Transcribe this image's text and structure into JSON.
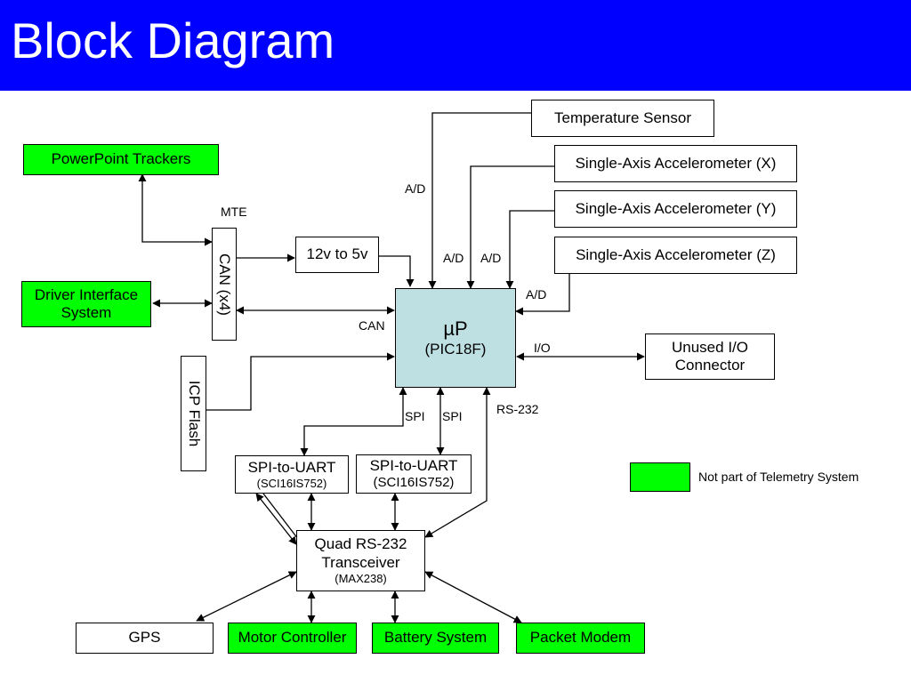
{
  "title": "Block Diagram",
  "colors": {
    "title_bg": "#0000ff",
    "external": "#00ff00",
    "mcu": "#bfe0e3"
  },
  "blocks": {
    "temperature_sensor": "Temperature Sensor",
    "accel_x": "Single-Axis Accelerometer (X)",
    "accel_y": "Single-Axis Accelerometer (Y)",
    "accel_z": "Single-Axis Accelerometer (Z)",
    "powerpoint_trackers": "PowerPoint Trackers",
    "driver_interface": "Driver Interface System",
    "can": "CAN (x4)",
    "regulator": "12v to 5v",
    "mcu_main": "µP",
    "mcu_sub": "(PIC18F)",
    "unused_io": "Unused I/O Connector",
    "icp_flash": "ICP Flash",
    "spi_uart_1": "SPI-to-UART",
    "spi_uart_1_part": "(SCI16IS752)",
    "spi_uart_2": "SPI-to-UART",
    "spi_uart_2_part": "(SCI16IS752)",
    "quad_rs232": "Quad RS-232 Transceiver",
    "quad_rs232_part": "(MAX238)",
    "gps": "GPS",
    "motor_controller": "Motor Controller",
    "battery_system": "Battery System",
    "packet_modem": "Packet Modem"
  },
  "labels": {
    "mte": "MTE",
    "ad_temp": "A/D",
    "ad_x": "A/D",
    "ad_y": "A/D",
    "ad_z": "A/D",
    "can": "CAN",
    "io": "I/O",
    "spi_1": "SPI",
    "spi_2": "SPI",
    "rs232": "RS-232"
  },
  "legend": {
    "text": "Not part of Telemetry System"
  }
}
